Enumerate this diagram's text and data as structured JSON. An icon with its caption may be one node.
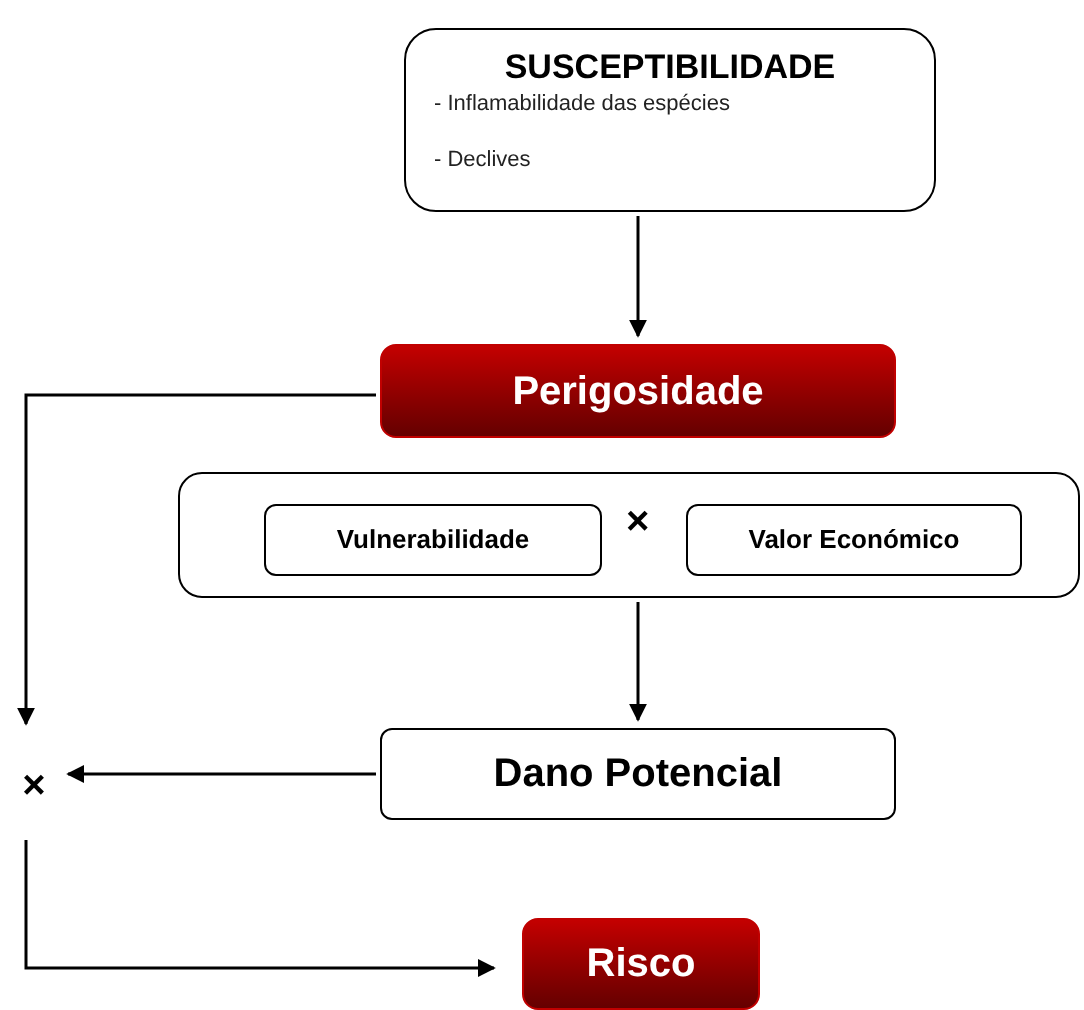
{
  "diagram": {
    "nodes": [
      {
        "text": [
          "SUSCEPTIBILIDADE",
          "- Inflamabilidade das espécies",
          "- Declives"
        ]
      },
      {
        "text": [
          "Perigosidade"
        ]
      },
      {
        "text": [
          "×"
        ]
      },
      {
        "text": [
          "Vulnerabilidade"
        ],
        "in": 2
      },
      {
        "text": [
          "Valor Económico"
        ],
        "in": 2
      },
      {
        "text": [
          "Dano Potencial"
        ]
      },
      {
        "text": [
          "×"
        ]
      },
      {
        "text": [
          "Risco"
        ]
      }
    ],
    "edges": [
      {
        "from": 0,
        "to": 1,
        "arrow": "to"
      },
      {
        "from": 1,
        "to": 6,
        "arrow": "to"
      },
      {
        "from": 2,
        "to": 5,
        "arrow": "to"
      },
      {
        "from": 5,
        "to": 6,
        "arrow": "to"
      },
      {
        "from": 6,
        "to": 7,
        "arrow": "to"
      }
    ]
  }
}
